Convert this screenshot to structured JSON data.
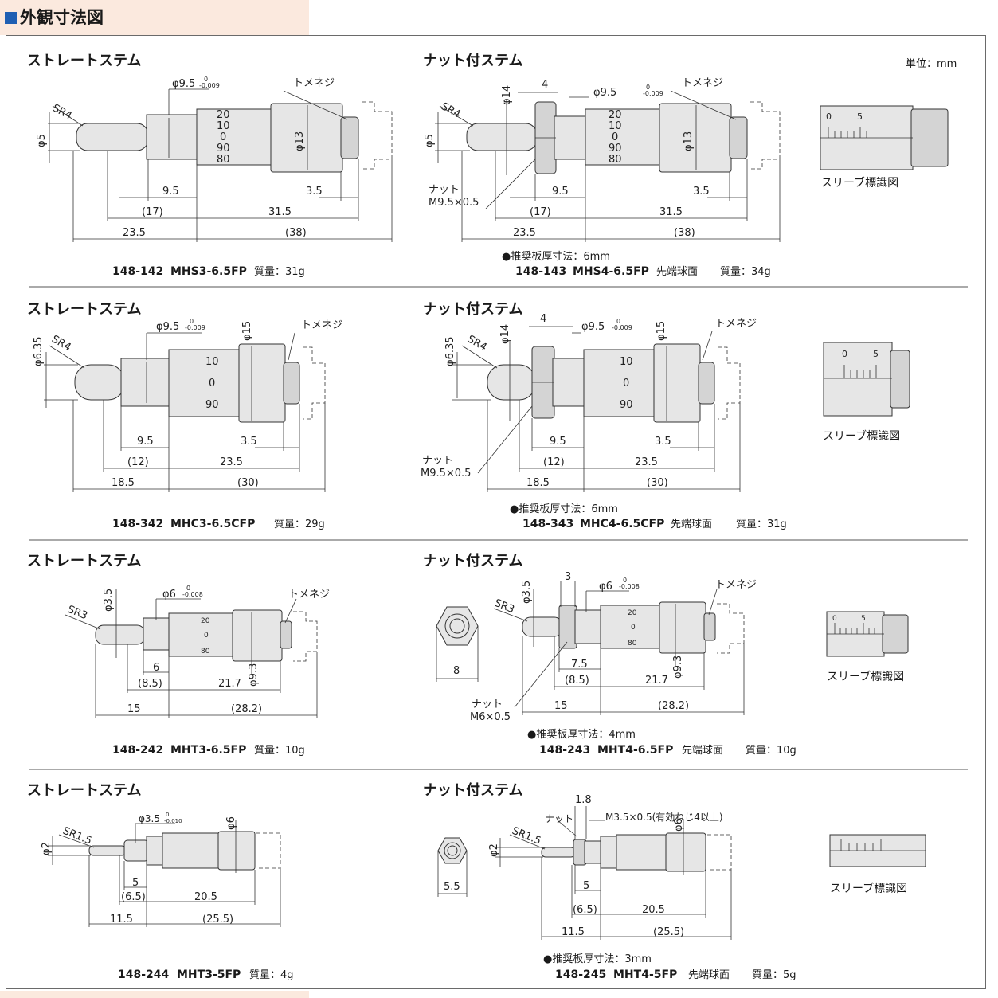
{
  "header": {
    "title": "外観寸法図"
  },
  "unit": "単位：mm",
  "sections": [
    {
      "straight": {
        "heading": "ストレートステム",
        "model": "148-142",
        "name": "MHS3-6.5FP",
        "mass": "質量：31g",
        "dims": {
          "sr": "SR4",
          "phi_tip": "φ5",
          "phi_body": "φ9.5",
          "phi_tol_top": "0",
          "phi_tol_bot": "-0.009",
          "phi_thimble": "φ13",
          "tomeneji": "トメネジ",
          "scale": [
            "20",
            "10",
            "0",
            "90",
            "80"
          ],
          "d1": "9.5",
          "d2": "3.5",
          "d3": "(17)",
          "d4": "31.5",
          "d5": "23.5",
          "d6": "(38)"
        }
      },
      "nut": {
        "heading": "ナット付ステム",
        "model": "148-143",
        "name": "MHS4-6.5FP",
        "tip": "先端球面",
        "mass": "質量：34g",
        "plate": "●推奨板厚寸法：6mm",
        "dims": {
          "sr": "SR4",
          "phi_tip": "φ5",
          "phi_nut": "φ14",
          "w": "4",
          "phi_body": "φ9.5",
          "phi_tol_top": "0",
          "phi_tol_bot": "-0.009",
          "phi_thimble": "φ13",
          "tomeneji": "トメネジ",
          "nut": "ナット",
          "thread": "M9.5×0.5",
          "scale": [
            "20",
            "10",
            "0",
            "90",
            "80"
          ],
          "d1": "9.5",
          "d2": "3.5",
          "d3": "(17)",
          "d4": "31.5",
          "d5": "23.5",
          "d6": "(38)"
        }
      },
      "sleeve": {
        "label": "スリーブ標識図",
        "t0": "0",
        "t5": "5"
      }
    },
    {
      "straight": {
        "heading": "ストレートステム",
        "model": "148-342",
        "name": "MHC3-6.5CFP",
        "mass": "質量：29g",
        "dims": {
          "sr": "SR4",
          "phi_tip": "φ6.35",
          "phi_body": "φ9.5",
          "phi_tol_top": "0",
          "phi_tol_bot": "-0.009",
          "phi_thimble": "φ15",
          "tomeneji": "トメネジ",
          "scale": [
            "10",
            "0",
            "90"
          ],
          "d1": "9.5",
          "d2": "3.5",
          "d3": "(12)",
          "d4": "23.5",
          "d5": "18.5",
          "d6": "(30)"
        }
      },
      "nut": {
        "heading": "ナット付ステム",
        "model": "148-343",
        "name": "MHC4-6.5CFP",
        "tip": "先端球面",
        "mass": "質量：31g",
        "plate": "●推奨板厚寸法：6mm",
        "dims": {
          "sr": "SR4",
          "phi_tip": "φ6.35",
          "phi_nut": "φ14",
          "w": "4",
          "phi_body": "φ9.5",
          "phi_tol_top": "0",
          "phi_tol_bot": "-0.009",
          "phi_thimble": "φ15",
          "tomeneji": "トメネジ",
          "nut": "ナット",
          "thread": "M9.5×0.5",
          "scale": [
            "10",
            "0",
            "90"
          ],
          "d1": "9.5",
          "d2": "3.5",
          "d3": "(12)",
          "d4": "23.5",
          "d5": "18.5",
          "d6": "(30)"
        }
      },
      "sleeve": {
        "label": "スリーブ標識図",
        "t0": "0",
        "t5": "5"
      }
    },
    {
      "straight": {
        "heading": "ストレートステム",
        "model": "148-242",
        "name": "MHT3-6.5FP",
        "mass": "質量：10g",
        "dims": {
          "sr": "SR3",
          "phi_tip": "φ3.5",
          "phi_body": "φ6",
          "phi_tol_top": "0",
          "phi_tol_bot": "-0.008",
          "phi_thimble": "φ9.3",
          "tomeneji": "トメネジ",
          "scale": [
            "20",
            "0",
            "80"
          ],
          "d1": "6",
          "d3": "(8.5)",
          "d4": "21.7",
          "d5": "15",
          "d6": "(28.2)"
        }
      },
      "nut": {
        "heading": "ナット付ステム",
        "model": "148-243",
        "name": "MHT4-6.5FP",
        "tip": "先端球面",
        "mass": "質量：10g",
        "plate": "●推奨板厚寸法：4mm",
        "dims": {
          "sr": "SR3",
          "phi_tip": "φ3.5",
          "w": "3",
          "phi_body": "φ6",
          "phi_tol_top": "0",
          "phi_tol_bot": "-0.008",
          "phi_thimble": "φ9.3",
          "tomeneji": "トメネジ",
          "nut": "ナット",
          "thread": "M6×0.5",
          "hex": "8",
          "scale": [
            "20",
            "0",
            "80"
          ],
          "d1": "7.5",
          "d3": "(8.5)",
          "d4": "21.7",
          "d5": "15",
          "d6": "(28.2)"
        }
      },
      "sleeve": {
        "label": "スリーブ標識図",
        "t0": "0",
        "t5": "5"
      }
    },
    {
      "straight": {
        "heading": "ストレートステム",
        "model": "148-244",
        "name": "MHT3-5FP",
        "mass": "質量：4g",
        "dims": {
          "sr": "SR1.5",
          "phi_tip": "φ2",
          "phi_body": "φ3.5",
          "phi_tol_top": "0",
          "phi_tol_bot": "-0.010",
          "phi_thimble": "φ6",
          "d1": "5",
          "d3": "(6.5)",
          "d4": "20.5",
          "d5": "11.5",
          "d6": "(25.5)"
        }
      },
      "nut": {
        "heading": "ナット付ステム",
        "model": "148-245",
        "name": "MHT4-5FP",
        "tip": "先端球面",
        "mass": "質量：5g",
        "plate": "●推奨板厚寸法：3mm",
        "dims": {
          "sr": "SR1.5",
          "phi_tip": "φ2",
          "w": "1.8",
          "nut": "ナット",
          "thread": "M3.5×0.5(有効ねじ4以上)",
          "phi_thimble": "φ6",
          "hex": "5.5",
          "d1": "5",
          "d3": "(6.5)",
          "d4": "20.5",
          "d5": "11.5",
          "d6": "(25.5)"
        }
      },
      "sleeve": {
        "label": "スリーブ標識図"
      }
    }
  ]
}
